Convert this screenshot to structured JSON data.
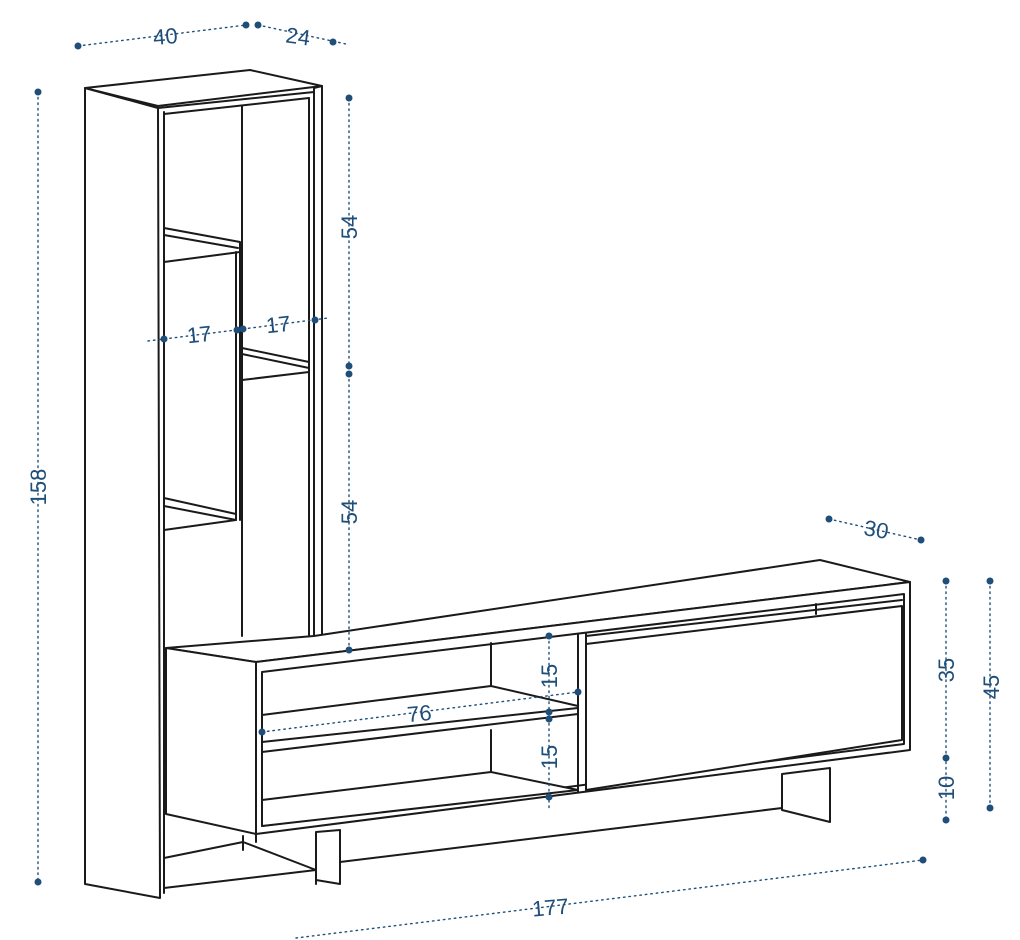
{
  "dimensions": {
    "tower_width": "40",
    "tower_depth": "24",
    "total_height": "158",
    "upper_section_height": "54",
    "lower_section_height": "54",
    "cubby_width_left": "17",
    "cubby_width_right": "17",
    "console_depth": "30",
    "cabinet_body_height": "35",
    "console_total_height": "45",
    "leg_height": "10",
    "open_shelf_width": "76",
    "upper_shelf_height": "15",
    "lower_shelf_height": "15",
    "total_width": "177"
  },
  "colors": {
    "outline": "#1a1a1a",
    "dimension": "#1f4e79",
    "background": "#ffffff"
  }
}
